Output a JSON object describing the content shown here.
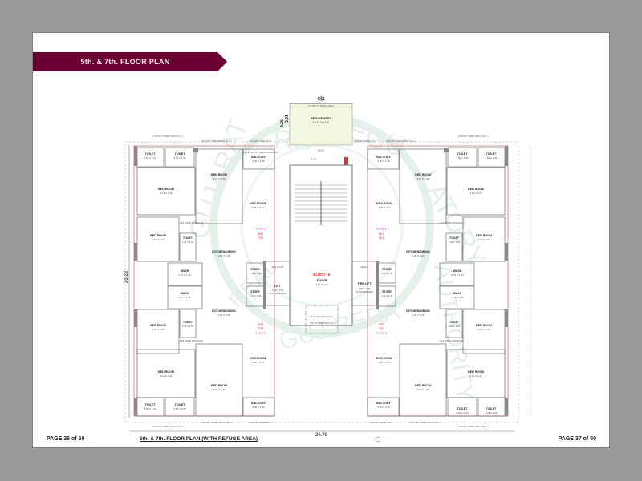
{
  "header": {
    "banner_title": "5th. & 7th. FLOOR PLAN",
    "brand_color": "#6b0033"
  },
  "footer": {
    "page_left": "PAGE 36 of 50",
    "page_right": "PAGE 37 of 50",
    "plan_caption": "5th. & 7th. FLOOR PLAN (WITH REFUGE AREA)"
  },
  "plan": {
    "overall_width": "26.70",
    "overall_depth": "20.28",
    "watermark": "GUJARAT REAL ESTATE REGULATORY AUTHORITY GUJ-RERA",
    "block": "BLOCK - E",
    "refuge": {
      "name": "REFUGE AREA",
      "area": "15.33 SQ.MT.",
      "width": "4.61",
      "depth1": "3.26",
      "depth2": "3.91",
      "wall": "1.5 MT HT. PARA. WALL",
      "ths": "T.H.S.",
      "clear": "4.15"
    },
    "foyer": {
      "name": "FOYER",
      "size": "4.15 X 7.92"
    },
    "lift": {
      "name": "LIFT",
      "size": "1.80 X 2.80",
      "note": "(13 PASSENGERS)"
    },
    "fire_lift": {
      "name": "FIRE LIFT",
      "size": "1.80 X 2.80",
      "note": "(13 PASSENGERS)"
    },
    "duct": "ELE. DUCT",
    "shaft": "SHAFT",
    "units": [
      {
        "type": "TYPE 1",
        "nos": [
          "504",
          "704"
        ],
        "side": "top-left"
      },
      {
        "type": "TYPE 1",
        "nos": [
          "501",
          "701"
        ],
        "side": "top-right"
      },
      {
        "type": "TYPE 1",
        "nos": [
          "503",
          "703"
        ],
        "side": "bottom-left"
      },
      {
        "type": "TYPE 1",
        "nos": [
          "502",
          "702"
        ],
        "side": "bottom-right"
      }
    ],
    "rooms": {
      "toilet_a": {
        "name": "TOILET",
        "size": "1.50 X 1.52"
      },
      "toilet_b": {
        "name": "TOILET",
        "size": "2.00 X 1.52"
      },
      "toilet_c": {
        "name": "TOILET",
        "size": "1.22 X 1.83"
      },
      "bed_master": {
        "name": "BED ROOM",
        "size": "4.11 X 3.32"
      },
      "bed_front": {
        "name": "BED ROOM",
        "size": "3.35 X 4.36"
      },
      "bed_small": {
        "name": "BED ROOM",
        "size": "3.04 X 3.04"
      },
      "drg": {
        "name": "DRG.ROOM",
        "size": "3.35 X 3.74"
      },
      "balcony": {
        "name": "BALCONY",
        "size": "3.35 X 1.35"
      },
      "kitchen": {
        "name": "KITCHEN/DINING",
        "size": "3.35 X 4.06"
      },
      "wash": {
        "name": "WASH",
        "size": "2.75 X 1.45"
      },
      "store": {
        "name": "STORE",
        "size": "1.22 X 1.30"
      },
      "passage": {
        "name": "1.10 WIDE PASSAGE"
      }
    },
    "margins": {
      "proj_left": "0.60 MT. WIDE PROJ.(O.L.)",
      "proj_mid": "0.90 MT. WIDE PROJ.(O.L.)",
      "wide_ms": "0.60 MT. WIDE M.S.",
      "parapet": "1.13 MT HT. M.S. RAILING/PARAPET",
      "para_wall": "1.5 MT HT. PARA. WALL"
    }
  },
  "colors": {
    "frame_bg": "#9a9b9a",
    "page_bg": "#ffffff",
    "wall": "#7a7a7a",
    "wall_outline": "#c87878",
    "unit_type": "#cc33cc",
    "unit_no": "#e02020",
    "block_label": "#e02020",
    "refuge_fill": "#f3f7df",
    "watermark": "#d8ecdd"
  }
}
